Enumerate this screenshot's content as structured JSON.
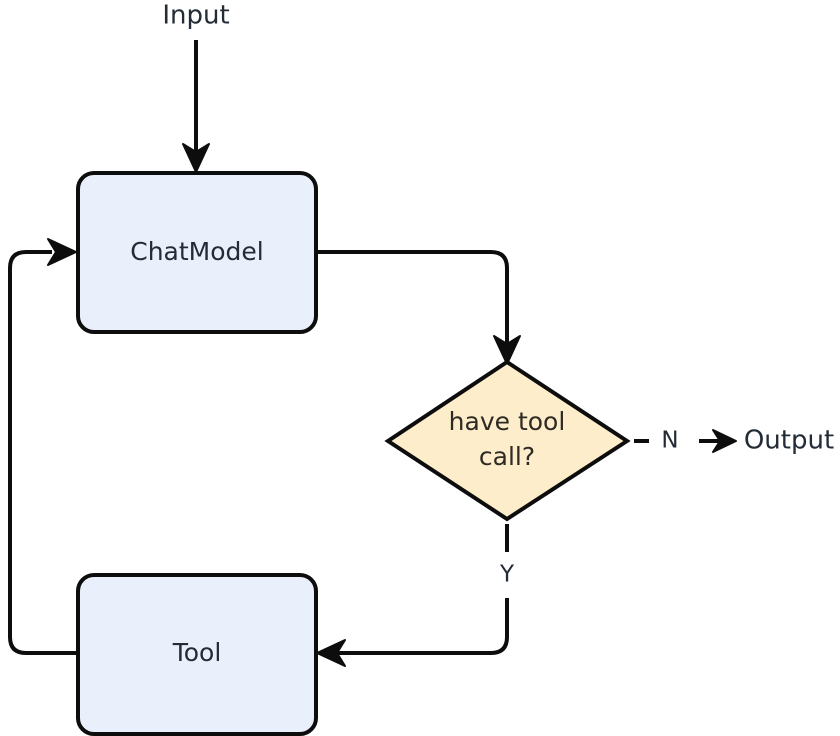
{
  "diagram": {
    "title": "agent loop flowchart",
    "type": "flowchart",
    "colors": {
      "process_fill": "#eaf0fb",
      "decision_fill": "#fdedcb",
      "stroke": "#0d0d0d",
      "text": "#232b36",
      "background": "#ffffff"
    },
    "nodes": [
      {
        "id": "input",
        "kind": "terminal",
        "label": "Input"
      },
      {
        "id": "chatmodel",
        "kind": "process",
        "label": "ChatModel"
      },
      {
        "id": "decision",
        "kind": "decision",
        "label_line1": "have tool",
        "label_line2": "call?"
      },
      {
        "id": "tool",
        "kind": "process",
        "label": "Tool"
      },
      {
        "id": "output",
        "kind": "terminal",
        "label": "Output"
      }
    ],
    "edges": [
      {
        "id": "input-to-chatmodel",
        "from": "input",
        "to": "chatmodel",
        "label": ""
      },
      {
        "id": "chatmodel-to-decision",
        "from": "chatmodel",
        "to": "decision",
        "label": ""
      },
      {
        "id": "decision-to-output",
        "from": "decision",
        "to": "output",
        "label": "N"
      },
      {
        "id": "decision-to-tool",
        "from": "decision",
        "to": "tool",
        "label": "Y"
      },
      {
        "id": "tool-to-chatmodel",
        "from": "tool",
        "to": "chatmodel",
        "label": ""
      }
    ]
  }
}
